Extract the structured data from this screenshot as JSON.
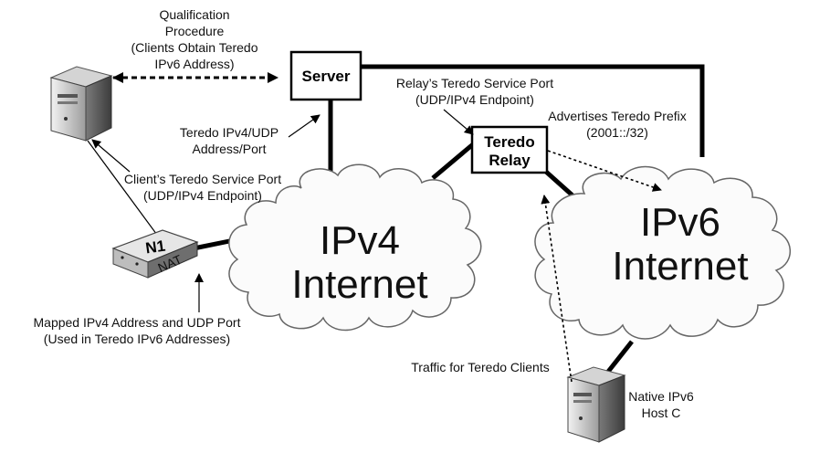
{
  "nodes": {
    "server": "Server",
    "relay_line1": "Teredo",
    "relay_line2": "Relay",
    "nat_name": "N1",
    "nat_tag": "NAT"
  },
  "clouds": {
    "ipv4_line1": "IPv4",
    "ipv4_line2": "Internet",
    "ipv6_line1": "IPv6",
    "ipv6_line2": "Internet"
  },
  "labels": {
    "qualification": [
      "Qualification",
      "Procedure",
      "(Clients Obtain Teredo",
      "IPv6 Address)"
    ],
    "teredo_ipv4_udp": [
      "Teredo IPv4/UDP",
      "Address/Port"
    ],
    "client_port": [
      "Client’s Teredo Service Port",
      "(UDP/IPv4 Endpoint)"
    ],
    "relay_port": [
      "Relay’s Teredo Service Port",
      "(UDP/IPv4 Endpoint)"
    ],
    "advertises": [
      "Advertises Teredo Prefix",
      "(2001::/32)"
    ],
    "mapped": [
      "Mapped IPv4 Address and UDP Port",
      "(Used in Teredo IPv6 Addresses)"
    ],
    "traffic": [
      "Traffic for Teredo Clients"
    ],
    "native_host": [
      "Native IPv6",
      "Host C"
    ]
  }
}
